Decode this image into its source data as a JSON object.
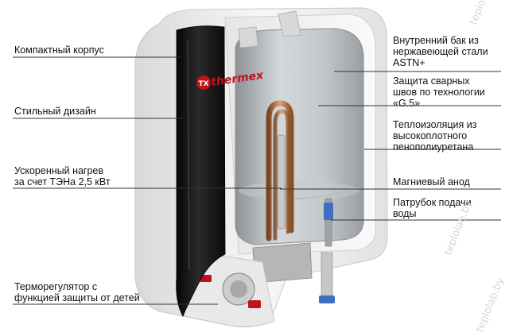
{
  "brand": {
    "logo_text": "thermex",
    "logo_color": "#c0121a"
  },
  "watermark": {
    "text": "teplolab.by"
  },
  "callouts": {
    "compact_body": "Компактный корпус",
    "stylish_design": "Стильный дизайн",
    "fast_heating": "Ускоренный нагрев\nза счет ТЭНа 2,5 кВт",
    "thermostat": "Терморегулятор с\nфункцией защиты от детей",
    "inner_tank": "Внутренний бак из\nнержавеющей стали\nASTN+",
    "weld_protection": "Защита сварных\nшвов по технологии\n«G.5»",
    "insulation": "Теплоизоляция из\nвысокоплотного\nпенополиуретана",
    "anode": "Магниевый анод",
    "inlet_pipe": "Патрубок подачи\nводы"
  },
  "colors": {
    "line": "#333333",
    "body_white": "#f2f2f2",
    "black_panel": "#151515",
    "tank_steel": "#b9bcc0",
    "heater_copper": "#b8703a"
  }
}
